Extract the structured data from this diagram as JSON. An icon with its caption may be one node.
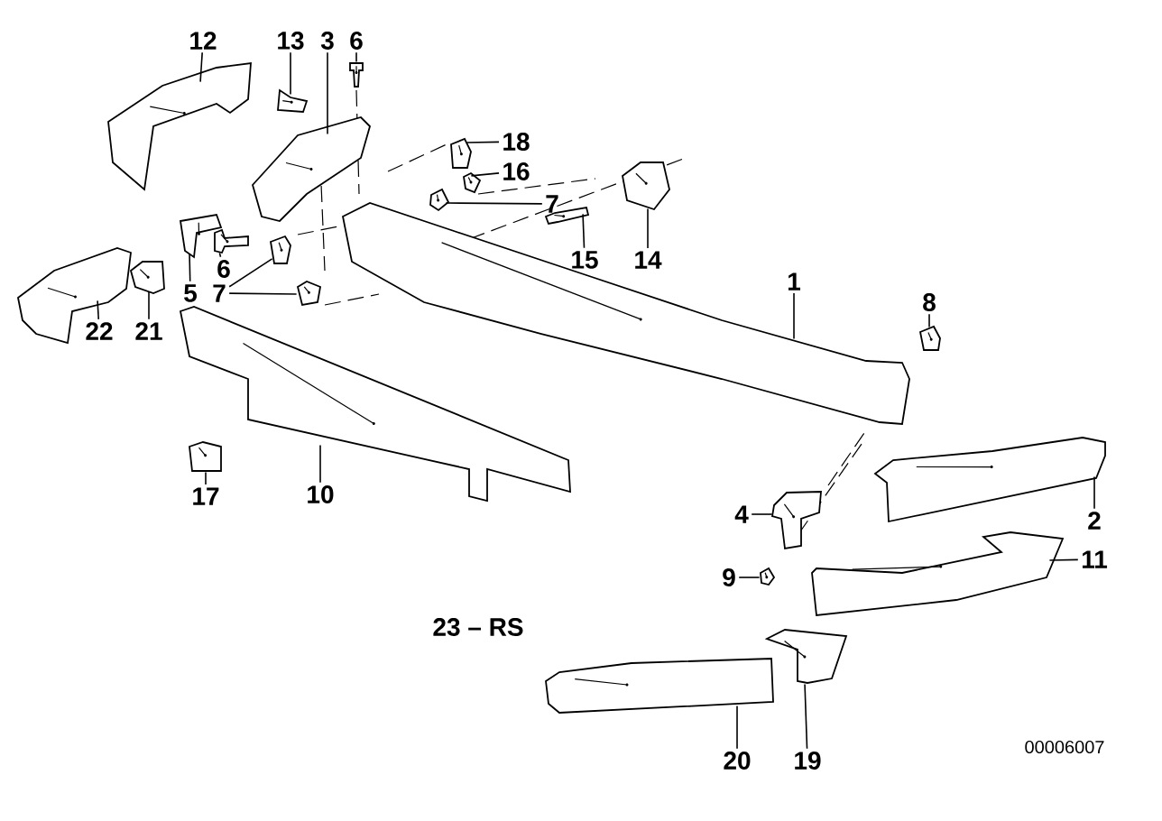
{
  "diagram": {
    "nodes": [
      {
        "text": [
          "12"
        ]
      },
      {
        "text": [],
        "shape": "picture"
      },
      {
        "text": [
          "13"
        ]
      },
      {
        "text": [],
        "shape": "picture"
      },
      {
        "text": [
          "3"
        ]
      },
      {
        "text": [],
        "shape": "picture"
      },
      {
        "text": [
          "6"
        ]
      },
      {
        "text": [],
        "shape": "picture"
      },
      {
        "text": [
          "18"
        ]
      },
      {
        "text": [],
        "shape": "picture"
      },
      {
        "text": [
          "16"
        ]
      },
      {
        "text": [],
        "shape": "picture"
      },
      {
        "text": [
          "7"
        ]
      },
      {
        "text": [],
        "shape": "picture"
      },
      {
        "text": [
          "15"
        ]
      },
      {
        "text": [],
        "shape": "picture"
      },
      {
        "text": [
          "14"
        ]
      },
      {
        "text": [],
        "shape": "picture"
      },
      {
        "text": [
          "1"
        ]
      },
      {
        "text": [],
        "shape": "picture"
      },
      {
        "text": [
          "8"
        ]
      },
      {
        "text": [],
        "shape": "picture"
      },
      {
        "text": [
          "5"
        ]
      },
      {
        "text": [],
        "shape": "picture"
      },
      {
        "text": [
          "6"
        ]
      },
      {
        "text": [],
        "shape": "picture"
      },
      {
        "text": [
          "7"
        ]
      },
      {
        "text": [],
        "shape": "picture"
      },
      {
        "text": [],
        "shape": "picture"
      },
      {
        "text": [
          "22"
        ]
      },
      {
        "text": [],
        "shape": "picture"
      },
      {
        "text": [
          "21"
        ]
      },
      {
        "text": [],
        "shape": "picture"
      },
      {
        "text": [
          "17"
        ]
      },
      {
        "text": [],
        "shape": "picture"
      },
      {
        "text": [
          "10"
        ]
      },
      {
        "text": [],
        "shape": "picture"
      },
      {
        "text": [
          "4"
        ]
      },
      {
        "text": [],
        "shape": "picture"
      },
      {
        "text": [
          "9"
        ]
      },
      {
        "text": [],
        "shape": "picture"
      },
      {
        "text": [
          "2"
        ]
      },
      {
        "text": [],
        "shape": "picture"
      },
      {
        "text": [
          "11"
        ]
      },
      {
        "text": [],
        "shape": "picture"
      },
      {
        "text": [
          "20"
        ]
      },
      {
        "text": [],
        "shape": "picture"
      },
      {
        "text": [
          "19"
        ]
      },
      {
        "text": [],
        "shape": "picture"
      }
    ],
    "edges": [
      {
        "from": 0,
        "to": 1,
        "arrow": "none"
      },
      {
        "from": 2,
        "to": 3,
        "arrow": "none"
      },
      {
        "from": 4,
        "to": 5,
        "arrow": "none"
      },
      {
        "from": 6,
        "to": 7,
        "arrow": "none"
      },
      {
        "from": 8,
        "to": 9,
        "arrow": "none"
      },
      {
        "from": 10,
        "to": 11,
        "arrow": "none"
      },
      {
        "from": 12,
        "to": 13,
        "arrow": "none"
      },
      {
        "from": 14,
        "to": 15,
        "arrow": "none"
      },
      {
        "from": 16,
        "to": 17,
        "arrow": "none"
      },
      {
        "from": 18,
        "to": 19,
        "arrow": "none"
      },
      {
        "from": 20,
        "to": 21,
        "arrow": "none"
      },
      {
        "from": 22,
        "to": 23,
        "arrow": "none"
      },
      {
        "from": 24,
        "to": 25,
        "arrow": "none"
      },
      {
        "from": 26,
        "to": 27,
        "arrow": "none"
      },
      {
        "from": 26,
        "to": 28,
        "arrow": "none"
      },
      {
        "from": 29,
        "to": 30,
        "arrow": "none"
      },
      {
        "from": 31,
        "to": 32,
        "arrow": "none"
      },
      {
        "from": 33,
        "to": 34,
        "arrow": "none"
      },
      {
        "from": 35,
        "to": 36,
        "arrow": "none"
      },
      {
        "from": 37,
        "to": 38,
        "arrow": "none"
      },
      {
        "from": 39,
        "to": 40,
        "arrow": "none"
      },
      {
        "from": 41,
        "to": 42,
        "arrow": "none"
      },
      {
        "from": 43,
        "to": 44,
        "arrow": "none"
      },
      {
        "from": 45,
        "to": 46,
        "arrow": "none"
      },
      {
        "from": 47,
        "to": 48,
        "arrow": "none"
      }
    ],
    "labels": [
      "23 – RS",
      "00006007"
    ]
  }
}
